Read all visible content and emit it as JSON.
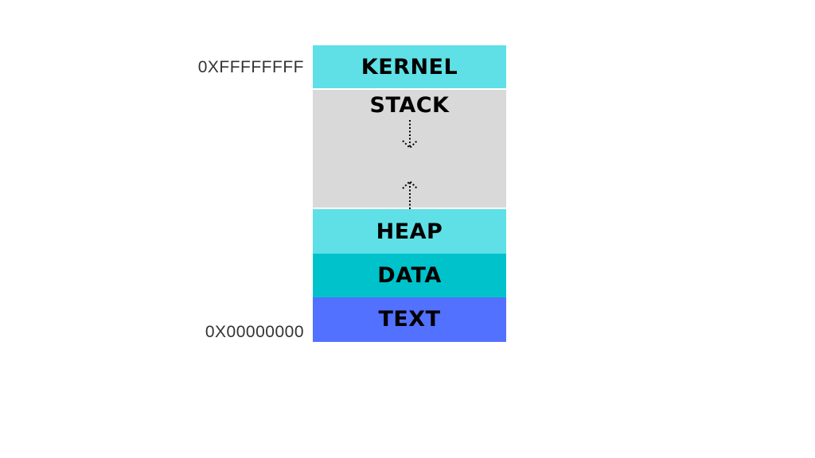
{
  "addresses": {
    "top": "0XFFFFFFFF",
    "bottom": "0X00000000"
  },
  "segments": [
    {
      "label": "KERNEL",
      "color": "#5ee0e6"
    },
    {
      "label": "STACK",
      "color": "#d9d9d9"
    },
    {
      "label": "HEAP",
      "color": "#5ee0e6"
    },
    {
      "label": "DATA",
      "color": "#00c2cb"
    },
    {
      "label": "TEXT",
      "color": "#5271ff"
    }
  ],
  "arrows": {
    "stack_growth": "down-arrow-icon",
    "heap_growth": "up-arrow-icon"
  }
}
